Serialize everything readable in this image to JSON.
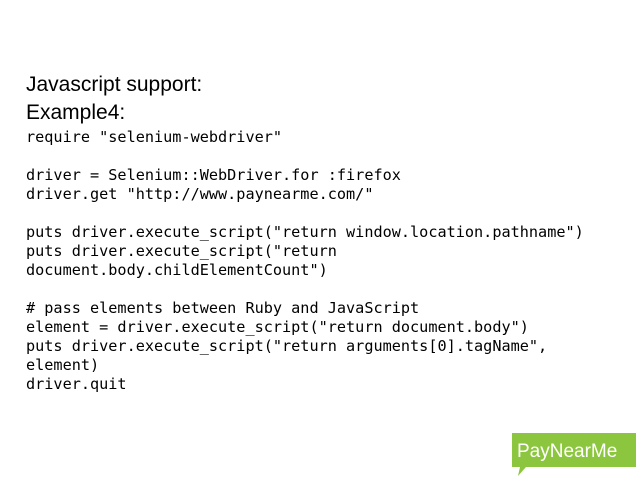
{
  "slide": {
    "title": "Javascript support:",
    "subtitle": "Example4:",
    "code_lines": [
      "require \"selenium-webdriver\"",
      "",
      "driver = Selenium::WebDriver.for :firefox",
      "driver.get \"http://www.paynearme.com/\"",
      "",
      "puts driver.execute_script(\"return window.location.pathname\")",
      "puts driver.execute_script(\"return",
      "document.body.childElementCount\")",
      "",
      "# pass elements between Ruby and JavaScript",
      "element = driver.execute_script(\"return document.body\")",
      "puts driver.execute_script(\"return arguments[0].tagName\",",
      "element)",
      "driver.quit"
    ]
  },
  "logo": {
    "text": "PayNearMe",
    "colors": {
      "background": "#8cc63f",
      "text": "#ffffff"
    }
  }
}
